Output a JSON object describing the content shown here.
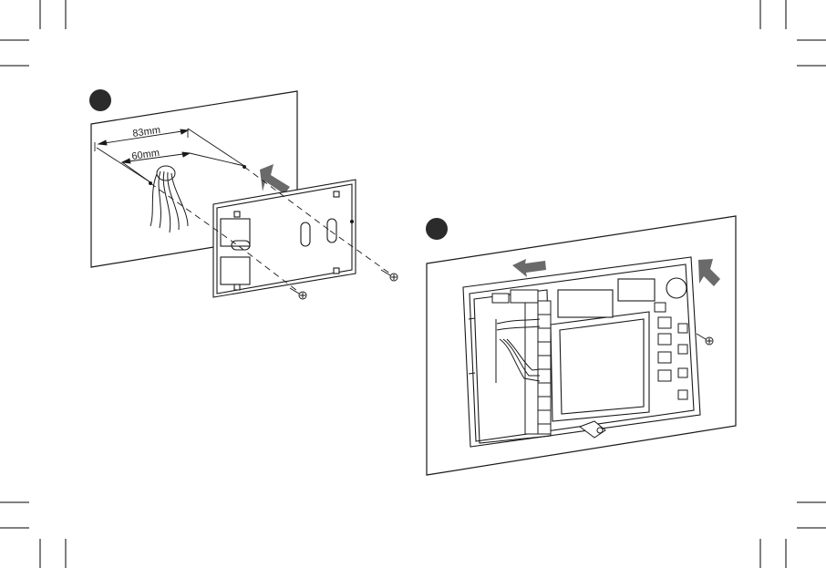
{
  "steps": [
    {
      "marker": "step-1"
    },
    {
      "marker": "step-2"
    }
  ],
  "dimensions": {
    "outer": "83mm",
    "inner": "60mm"
  },
  "colors": {
    "line": "#1a1a1a",
    "arrow": "#6a6a6a",
    "marker": "#2b2b2b",
    "panel": "#ffffff"
  },
  "icons": [
    "mounting-screw-icon",
    "install-direction-arrow-icon"
  ]
}
